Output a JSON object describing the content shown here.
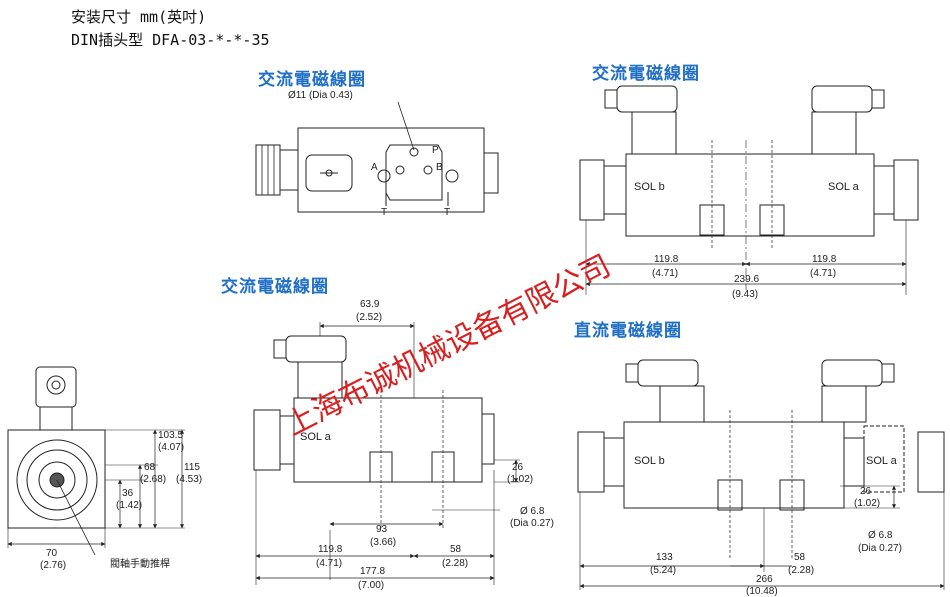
{
  "header": {
    "line1": "安装尺寸 mm(英吋)",
    "line2": "DIN插头型 DFA-03-*-*-35"
  },
  "titles": {
    "ac_top": "交流電磁線圈",
    "ac_right": "交流電磁線圈",
    "ac_mid": "交流電磁線圈",
    "dc": "直流電磁線圈"
  },
  "top_view": {
    "bore": "Ø11 (Dia 0.43)",
    "port_a": "A",
    "port_b": "B",
    "port_p": "P",
    "port_t1": "T",
    "port_t2": "T"
  },
  "side_view": {
    "d1": "103.5",
    "d1b": "(4.07)",
    "d2": "68",
    "d2b": "(2.68)",
    "d3": "36",
    "d3b": "(1.42)",
    "d4": "115",
    "d4b": "(4.53)",
    "d5": "70",
    "d5b": "(2.76)",
    "override": "閥軸手動推桿"
  },
  "double_ac": {
    "sol_b": "SOL b",
    "sol_a": "SOL a",
    "d1": "119.8",
    "d1b": "(4.71)",
    "d2": "119.8",
    "d2b": "(4.71)",
    "d3": "239.6",
    "d3b": "(9.43)"
  },
  "single_ac": {
    "sol_a": "SOL a",
    "d1": "63.9",
    "d1b": "(2.52)",
    "d2": "26",
    "d2b": "(1.02)",
    "d3": "Ø 6.8",
    "d3b": "(Dia 0.27)",
    "d4": "93",
    "d4b": "(3.66)",
    "d5": "119.8",
    "d5b": "(4.71)",
    "d6": "58",
    "d6b": "(2.28)",
    "d7": "177.8",
    "d7b": "(7.00)"
  },
  "double_dc": {
    "sol_b": "SOL b",
    "sol_a": "SOL a",
    "d1": "26",
    "d1b": "(1.02)",
    "d2": "Ø 6.8",
    "d2b": "(Dia 0.27)",
    "d3": "133",
    "d3b": "(5.24)",
    "d4": "58",
    "d4b": "(2.28)",
    "d5": "266",
    "d5b": "(10.48)"
  },
  "watermark": "上海布诚机械设备有限公司",
  "colors": {
    "title": "#1f6fc6",
    "watermark": "#d92020",
    "line": "#222222"
  }
}
